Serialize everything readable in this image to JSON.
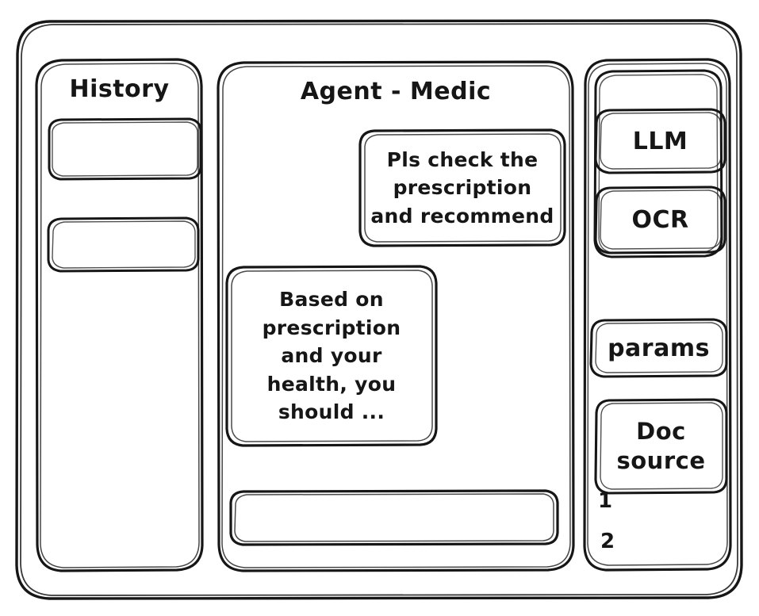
{
  "app": {
    "frame_label": "app-window"
  },
  "sidebar": {
    "title": "History",
    "items": [
      {
        "label": ""
      },
      {
        "label": ""
      }
    ]
  },
  "main": {
    "title": "Agent - Medic",
    "messages": [
      {
        "role": "user",
        "text": "Pls check the\nprescription\nand recommend"
      },
      {
        "role": "assistant",
        "text": "Based on\nprescription\nand your\nhealth, you\nshould ..."
      }
    ],
    "composer": {
      "value": "",
      "placeholder": ""
    }
  },
  "right_panel": {
    "tools": [
      {
        "label": "LLM"
      },
      {
        "label": "OCR"
      }
    ],
    "params": {
      "label": "params"
    },
    "doc_source": {
      "label": "Doc\nsource"
    },
    "sources": [
      {
        "label": "1"
      },
      {
        "label": "2"
      }
    ]
  },
  "style": {
    "ink": "#161616",
    "paper": "#ffffff"
  }
}
